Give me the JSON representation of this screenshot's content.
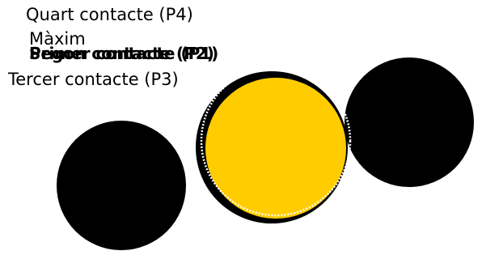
{
  "diagram": {
    "labels": {
      "fourth_contact": "Quart contacte (P4)",
      "maximum": "Màxim",
      "second_contact": "Segon contacte (P2)",
      "first_contact": "Primer contacte (P1)",
      "third_contact": "Tercer contacte (P3)"
    },
    "colors": {
      "sun": "#ffcc00",
      "moon": "#000000",
      "outline_dots": "#ffffff",
      "background": "#ffffff",
      "text": "#000000"
    }
  }
}
